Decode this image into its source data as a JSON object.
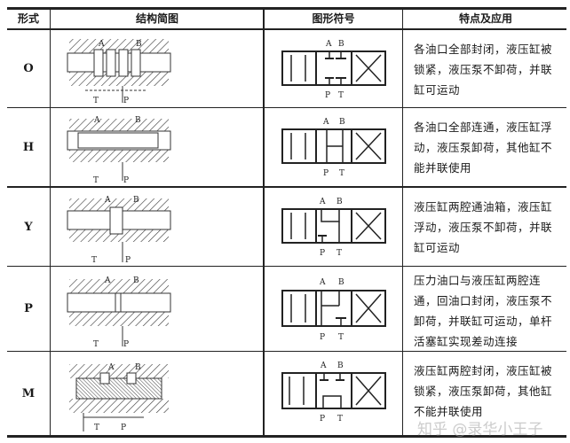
{
  "table": {
    "headers": [
      "形式",
      "结构简图",
      "图形符号",
      "特点及应用"
    ],
    "rows": [
      {
        "form": "O",
        "ports_top": [
          "A",
          "B"
        ],
        "ports_bottom": [
          "P",
          "T"
        ],
        "struct_ports": [
          "A",
          "B",
          "T",
          "P"
        ],
        "description": "各油口全部封闭，液压缸被锁紧，液压泵不卸荷，并联缸可运动"
      },
      {
        "form": "H",
        "ports_top": [
          "A",
          "B"
        ],
        "ports_bottom": [
          "P",
          "T"
        ],
        "struct_ports": [
          "A",
          "B",
          "T",
          "P"
        ],
        "description": "各油口全部连通，液压缸浮动，液压泵卸荷，其他缸不能并联使用"
      },
      {
        "form": "Y",
        "ports_top": [
          "A",
          "B"
        ],
        "ports_bottom": [
          "P",
          "T"
        ],
        "struct_ports": [
          "A",
          "B",
          "T",
          "P"
        ],
        "description": "液压缸两腔通油箱，液压缸浮动，液压泵不卸荷，并联缸可运动"
      },
      {
        "form": "P",
        "ports_top": [
          "A",
          "B"
        ],
        "ports_bottom": [
          "P",
          "T"
        ],
        "struct_ports": [
          "A",
          "B",
          "T",
          "P"
        ],
        "description": "压力油口与液压缸两腔连通，回油口封闭，液压泵不卸荷，并联缸可运动，单杆活塞缸实现差动连接"
      },
      {
        "form": "M",
        "ports_top": [
          "A",
          "B"
        ],
        "ports_bottom": [
          "P",
          "T"
        ],
        "struct_ports": [
          "A",
          "B",
          "T",
          "P"
        ],
        "description": "液压缸两腔封闭，液压缸被锁紧，液压泵卸荷，其他缸不能并联使用"
      }
    ]
  },
  "watermark": "知乎 @录华小王子"
}
